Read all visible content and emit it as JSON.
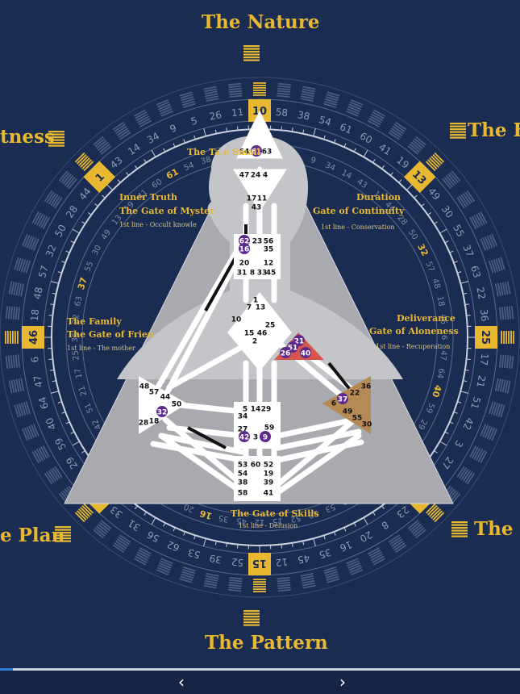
{
  "titles": {
    "top": "The Nature",
    "bottom": "The Pattern",
    "left": "tness",
    "right": "The E",
    "bottom_left": "e Plan",
    "bottom_right": "The I"
  },
  "labels": {
    "top": "The Ta                    e Small",
    "upper_left": {
      "keynote": "Inner Truth",
      "gate": "The Gate of Myster",
      "line": "1st line - Occult knowle"
    },
    "upper_right": {
      "keynote": "Duration",
      "gate": "Gate of Continuity",
      "line": "1st line - Conservation"
    },
    "mid_left": {
      "keynote": "The Family",
      "gate": "The Gate of Frien",
      "line": "1st line - The mother"
    },
    "mid_right": {
      "keynote": "Deliverance",
      "gate": "Gate of Aloneness",
      "line": "1st line - Recuperation"
    },
    "bottom": {
      "gate": "The Gate of Skills",
      "line": "1st line - Delusion"
    }
  },
  "wheel": {
    "outer_ring": [
      "10",
      "58",
      "38",
      "54",
      "61",
      "60",
      "41",
      "19",
      "13",
      "49",
      "30",
      "55",
      "37",
      "63",
      "22",
      "36",
      "25",
      "17",
      "21",
      "51",
      "42",
      "3",
      "27",
      "24",
      "2",
      "23",
      "8",
      "20",
      "16",
      "35",
      "45",
      "12",
      "15",
      "52",
      "39",
      "53",
      "62",
      "56",
      "31",
      "33",
      "7",
      "4",
      "29",
      "59",
      "40",
      "64",
      "47",
      "6",
      "46",
      "18",
      "48",
      "57",
      "32",
      "50",
      "28",
      "44",
      "1",
      "43",
      "14",
      "34",
      "9",
      "5",
      "26",
      "11"
    ],
    "inner_ring": [
      "11",
      "26",
      "5",
      "9",
      "34",
      "14",
      "43",
      "1",
      "44",
      "28",
      "50",
      "32",
      "57",
      "48",
      "18",
      "46",
      "6",
      "47",
      "64",
      "40",
      "59",
      "29",
      "4",
      "7",
      "33",
      "31",
      "56",
      "62",
      "53",
      "39",
      "52",
      "15",
      "12",
      "45",
      "35",
      "16",
      "20",
      "8",
      "23",
      "2",
      "24",
      "27",
      "3",
      "42",
      "51",
      "21",
      "17",
      "25",
      "36",
      "22",
      "63",
      "37",
      "55",
      "30",
      "49",
      "13",
      "19",
      "41",
      "60",
      "61",
      "54",
      "38",
      "58",
      "10"
    ],
    "highlight_gates": [
      {
        "gate": "10",
        "position": "top"
      },
      {
        "gate": "15",
        "position": "bottom"
      },
      {
        "gate": "25",
        "position": "left"
      },
      {
        "gate": "46",
        "position": "right"
      },
      {
        "gate": "13",
        "position": "upper-left"
      },
      {
        "gate": "1",
        "position": "upper-right"
      },
      {
        "gate": "2",
        "position": "lower-left"
      },
      {
        "gate": "7",
        "position": "lower-right"
      }
    ],
    "inner_highlights": [
      "61",
      "32",
      "37",
      "40",
      "16"
    ]
  },
  "centers": {
    "head": [
      "64",
      "61",
      "63"
    ],
    "ajna": [
      "47",
      "24",
      "4",
      "17",
      "11",
      "43"
    ],
    "throat": [
      "62",
      "23",
      "56",
      "16",
      "35",
      "20",
      "12",
      "31",
      "8",
      "33",
      "45"
    ],
    "g": [
      "1",
      "7",
      "13",
      "10",
      "25",
      "15",
      "46",
      "2"
    ],
    "ego": [
      "21",
      "51",
      "26",
      "40"
    ],
    "spleen": [
      "48",
      "57",
      "44",
      "50",
      "32",
      "18",
      "28"
    ],
    "sacral": [
      "5",
      "14",
      "29",
      "34",
      "27",
      "59",
      "42",
      "3",
      "9"
    ],
    "solar_plexus": [
      "36",
      "22",
      "37",
      "6",
      "49",
      "55",
      "30"
    ],
    "root": [
      "53",
      "60",
      "52",
      "54",
      "19",
      "38",
      "39",
      "58",
      "41"
    ]
  },
  "activated": [
    "61",
    "62",
    "16",
    "51",
    "40",
    "26",
    "21",
    "37",
    "32",
    "42",
    "9"
  ],
  "colors": {
    "gold": "#e8b830",
    "navy": "#1b2c52",
    "purple": "#5b2a8c",
    "ego": "#d9544a",
    "solar": "#b58a55"
  },
  "nav": {
    "prev": "‹",
    "next": "›",
    "progress": 0.025
  }
}
